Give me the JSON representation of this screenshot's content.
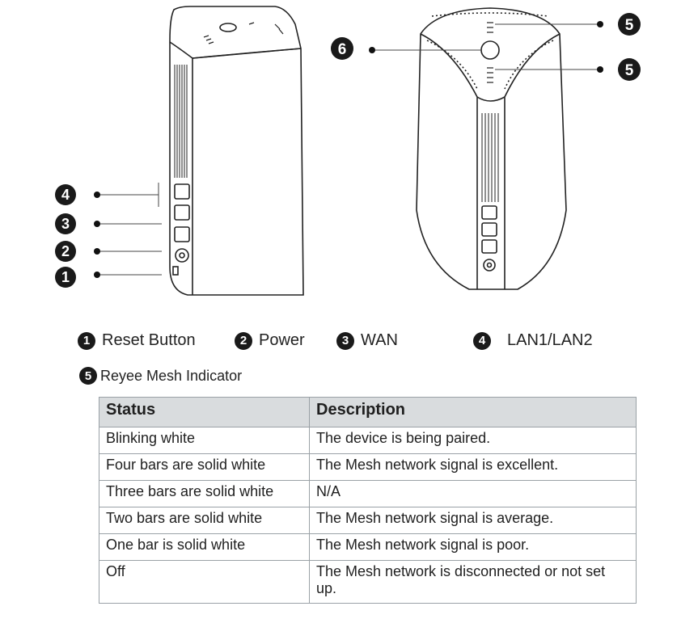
{
  "figure": {
    "callouts": [
      {
        "id": "callout-4-left",
        "number": "4"
      },
      {
        "id": "callout-3-left",
        "number": "3"
      },
      {
        "id": "callout-2-left",
        "number": "2"
      },
      {
        "id": "callout-1-left",
        "number": "1"
      },
      {
        "id": "callout-6-right",
        "number": "6"
      },
      {
        "id": "callout-5-top",
        "number": "5"
      },
      {
        "id": "callout-5-bottom",
        "number": "5"
      }
    ]
  },
  "legend": {
    "items": [
      {
        "number": "1",
        "label": "Reset Button"
      },
      {
        "number": "2",
        "label": "Power"
      },
      {
        "number": "3",
        "label": "WAN"
      },
      {
        "number": "4",
        "label": "LAN1/LAN2"
      }
    ],
    "mesh_indicator": {
      "number": "5",
      "label": "Reyee Mesh Indicator"
    }
  },
  "table": {
    "headers": [
      "Status",
      "Description"
    ],
    "rows": [
      [
        "Blinking white",
        "The device is being paired."
      ],
      [
        "Four bars are solid white",
        "The Mesh network signal is excellent."
      ],
      [
        "Three bars are solid white",
        "N/A"
      ],
      [
        "Two bars are solid white",
        "The Mesh network signal is average."
      ],
      [
        "One bar is solid white",
        "The Mesh network signal is poor."
      ],
      [
        "Off",
        "The Mesh network is disconnected or not set up."
      ]
    ]
  }
}
